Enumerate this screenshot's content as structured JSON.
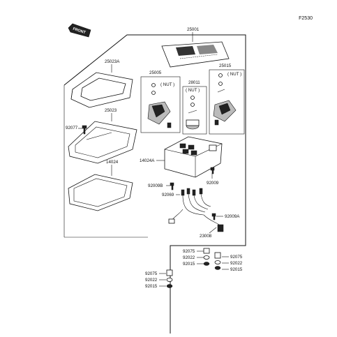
{
  "figure_code": "F2530",
  "front_label": "FRONT",
  "nut_label": "( NUT )",
  "parts": {
    "p25001": "25001",
    "p25023A": "25023A",
    "p25005": "25005",
    "p28011": "28011",
    "p25015": "25015",
    "p25023": "25023",
    "p92077": "92077",
    "p14024": "14024",
    "p14024A": "14024A",
    "p92009B": "92009B",
    "p92069": "92069",
    "p92009": "92009",
    "p92009A": "92009A",
    "p23008": "23008"
  },
  "hardware_groups": [
    {
      "labels": [
        "92075",
        "92022",
        "92015"
      ]
    },
    {
      "labels": [
        "92075",
        "92022",
        "92015"
      ]
    },
    {
      "labels": [
        "92075",
        "92022",
        "92015"
      ]
    }
  ]
}
